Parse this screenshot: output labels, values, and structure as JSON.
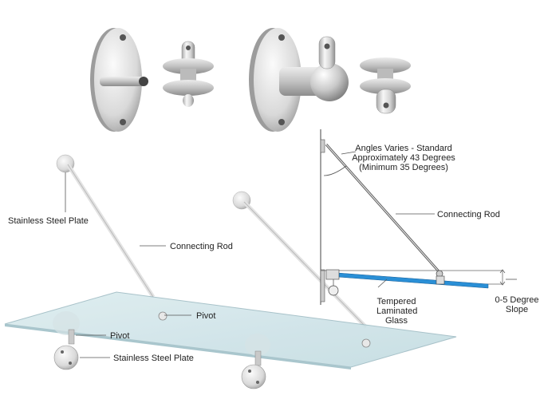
{
  "labels": {
    "stainless_steel_plate_top": "Stainless Steel Plate",
    "connecting_rod_main": "Connecting Rod",
    "pivot_top": "Pivot",
    "pivot_bottom": "Pivot",
    "stainless_steel_plate_bottom": "Stainless Steel Plate",
    "angle_line1": "Angles Varies - Standard",
    "angle_line2": "Approximately 43 Degrees",
    "angle_line3": "(Minimum 35 Degrees)",
    "connecting_rod_side": "Connecting Rod",
    "glass_line1": "Tempered",
    "glass_line2": "Laminated",
    "glass_line3": "Glass",
    "slope_line1": "0-5 Degree",
    "slope_line2": "Slope"
  },
  "colors": {
    "steel_light": "#f2f2f2",
    "steel_dark": "#9a9a9a",
    "glass": "#cfe3e8",
    "glass_edge": "#9fbcc4",
    "glass_side_view": "#2a8fd6",
    "leader": "#555555"
  }
}
